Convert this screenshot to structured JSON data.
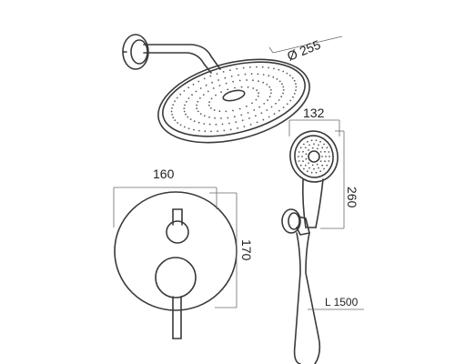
{
  "dimensions": {
    "head_diameter": "Ø 255",
    "hand_shower_width": "132",
    "hand_shower_height": "260",
    "plate_width": "160",
    "plate_height": "170",
    "hose_length": "L 1500"
  },
  "colors": {
    "line": "#3a3a3a",
    "dimension_line": "#6a6a6a",
    "text": "#222222",
    "background": "#ffffff"
  }
}
